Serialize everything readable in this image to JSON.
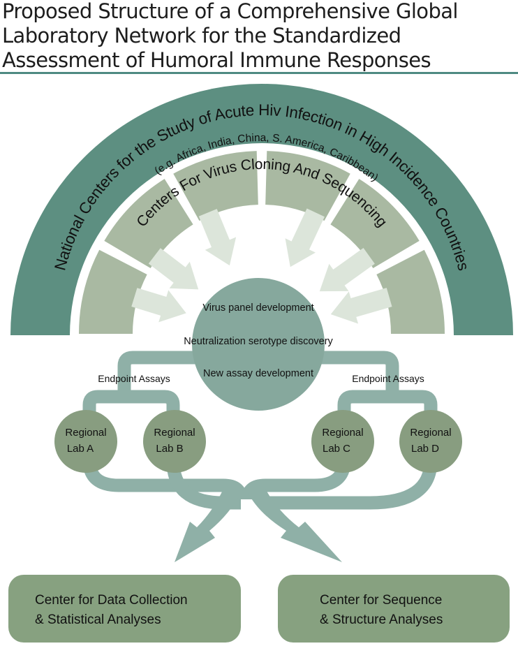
{
  "title": {
    "line1": "Proposed Structure of a Comprehensive Global",
    "line2": "Laboratory Network for the Standardized",
    "line3": "Assessment of Humoral Immune Responses"
  },
  "outer_arc": {
    "label": "National Centers for the Study of Acute Hiv Infection in High Incidence Countries",
    "sublabel": "(e.g. Africa, India, China, S. America, Caribbean)"
  },
  "inner_arc": {
    "label": "Centers For Virus Cloning And Sequencing"
  },
  "hub": {
    "line1": "Virus panel development",
    "line2": "Neutralization serotype discovery",
    "line3": "New assay development"
  },
  "endpoint_left": "Endpoint Assays",
  "endpoint_right": "Endpoint Assays",
  "labs": [
    {
      "line1": "Regional",
      "line2": "Lab A"
    },
    {
      "line1": "Regional",
      "line2": "Lab B"
    },
    {
      "line1": "Regional",
      "line2": "Lab C"
    },
    {
      "line1": "Regional",
      "line2": "Lab D"
    }
  ],
  "centers": [
    {
      "line1": "Center for Data Collection",
      "line2": "& Statistical Analyses"
    },
    {
      "line1": "Center for Sequence",
      "line2": "& Structure Analyses"
    }
  ],
  "colors": {
    "dark_teal": "#5d8f81",
    "segment": "#a9b9a2",
    "arrow": "#dce5da",
    "hub": "#86a89d",
    "lab": "#889d80",
    "pipe": "#8fb0a7",
    "center": "#87a180"
  }
}
